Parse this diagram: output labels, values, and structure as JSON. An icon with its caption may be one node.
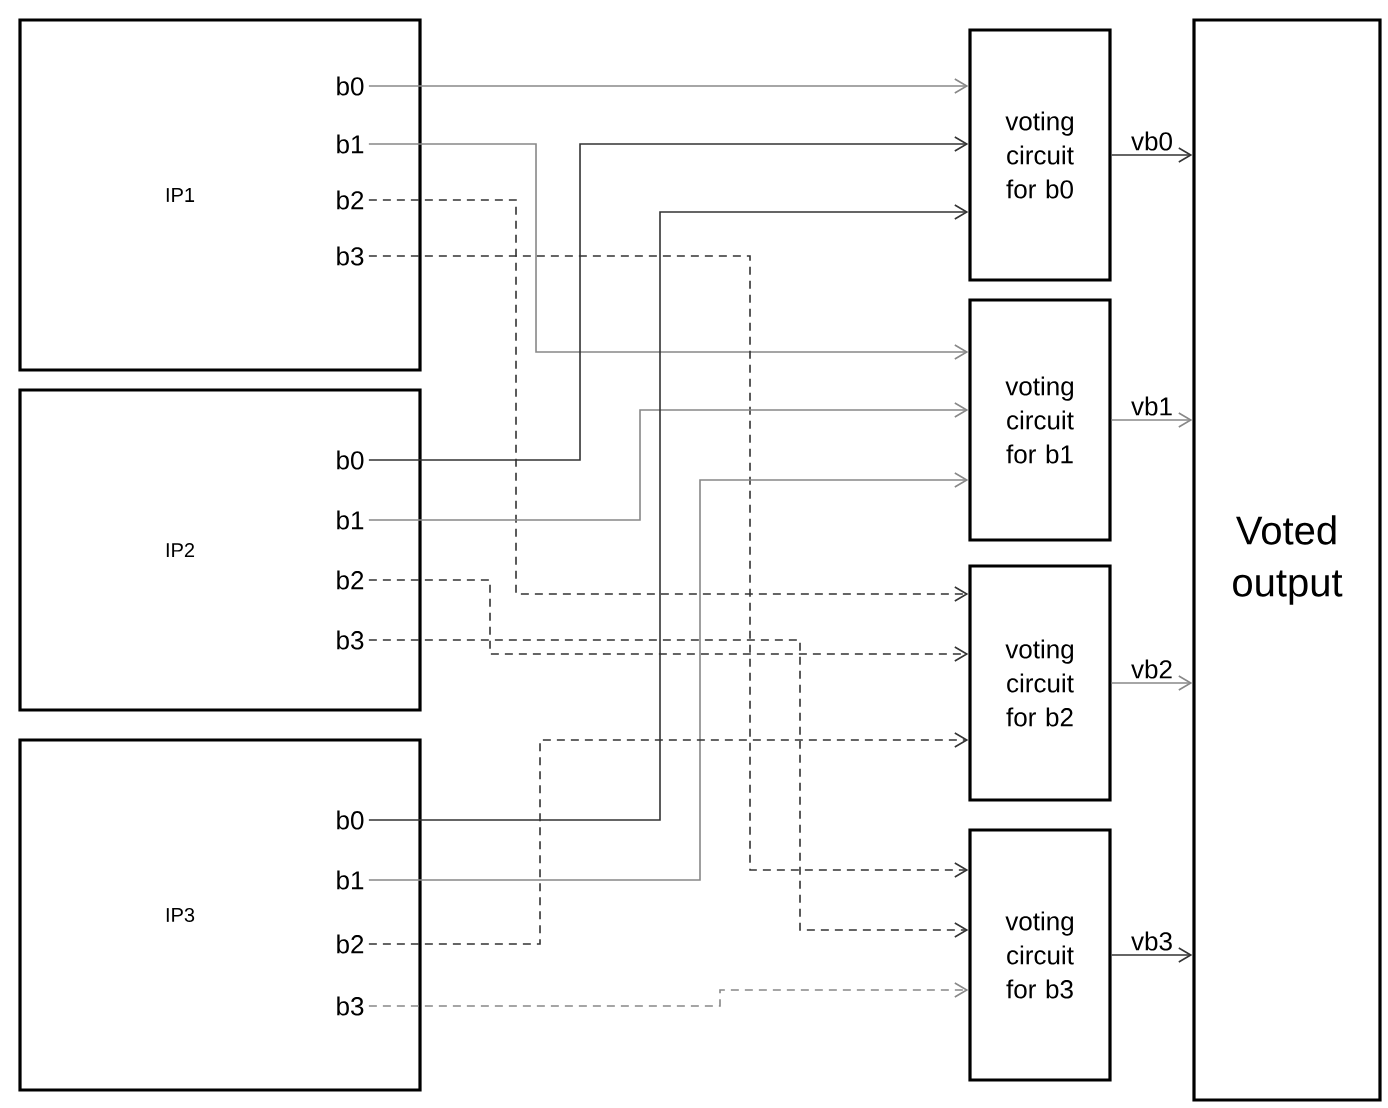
{
  "diagram": {
    "nodes": [
      {
        "text": [
          "IP1"
        ]
      },
      {
        "text": [
          "b0"
        ],
        "in": 0
      },
      {
        "text": [
          "b1"
        ],
        "in": 0
      },
      {
        "text": [
          "b2"
        ],
        "in": 0
      },
      {
        "text": [
          "b3"
        ],
        "in": 0
      },
      {
        "text": [
          "IP2"
        ]
      },
      {
        "text": [
          "b0"
        ],
        "in": 5
      },
      {
        "text": [
          "b1"
        ],
        "in": 5
      },
      {
        "text": [
          "b2"
        ],
        "in": 5
      },
      {
        "text": [
          "b3"
        ],
        "in": 5
      },
      {
        "text": [
          "IP3"
        ]
      },
      {
        "text": [
          "b0"
        ],
        "in": 10
      },
      {
        "text": [
          "b1"
        ],
        "in": 10
      },
      {
        "text": [
          "b2"
        ],
        "in": 10
      },
      {
        "text": [
          "b3"
        ],
        "in": 10
      },
      {
        "text": [
          "voting circuit for b0"
        ]
      },
      {
        "text": [
          "voting circuit for b1"
        ]
      },
      {
        "text": [
          "voting circuit for b2"
        ]
      },
      {
        "text": [
          "voting circuit for b3"
        ]
      },
      {
        "text": [
          "Voted output"
        ]
      }
    ],
    "edges": [
      {
        "from": 1,
        "to": 15,
        "arrow": "to",
        "color": "#888888"
      },
      {
        "from": 2,
        "to": 16,
        "arrow": "to",
        "color": "#888888"
      },
      {
        "from": 3,
        "to": 17,
        "arrow": "to",
        "style": "dashed"
      },
      {
        "from": 4,
        "to": 18,
        "arrow": "to",
        "style": "dashed"
      },
      {
        "from": 6,
        "to": 15,
        "arrow": "to"
      },
      {
        "from": 7,
        "to": 16,
        "arrow": "to",
        "color": "#888888"
      },
      {
        "from": 8,
        "to": 17,
        "arrow": "to",
        "style": "dashed"
      },
      {
        "from": 9,
        "to": 18,
        "arrow": "to",
        "style": "dashed"
      },
      {
        "from": 11,
        "to": 15,
        "arrow": "to"
      },
      {
        "from": 12,
        "to": 16,
        "arrow": "to",
        "color": "#888888"
      },
      {
        "from": 13,
        "to": 17,
        "arrow": "to",
        "style": "dashed"
      },
      {
        "from": 14,
        "to": 18,
        "arrow": "to",
        "style": "dashed",
        "color": "#888888"
      },
      {
        "from": 15,
        "to": 19,
        "arrow": "to",
        "label": "vb0"
      },
      {
        "from": 16,
        "to": 19,
        "arrow": "to",
        "label": "vb1",
        "color": "#888888"
      },
      {
        "from": 17,
        "to": 19,
        "arrow": "to",
        "label": "vb2",
        "color": "#888888"
      },
      {
        "from": 18,
        "to": 19,
        "arrow": "to",
        "label": "vb3"
      }
    ]
  }
}
